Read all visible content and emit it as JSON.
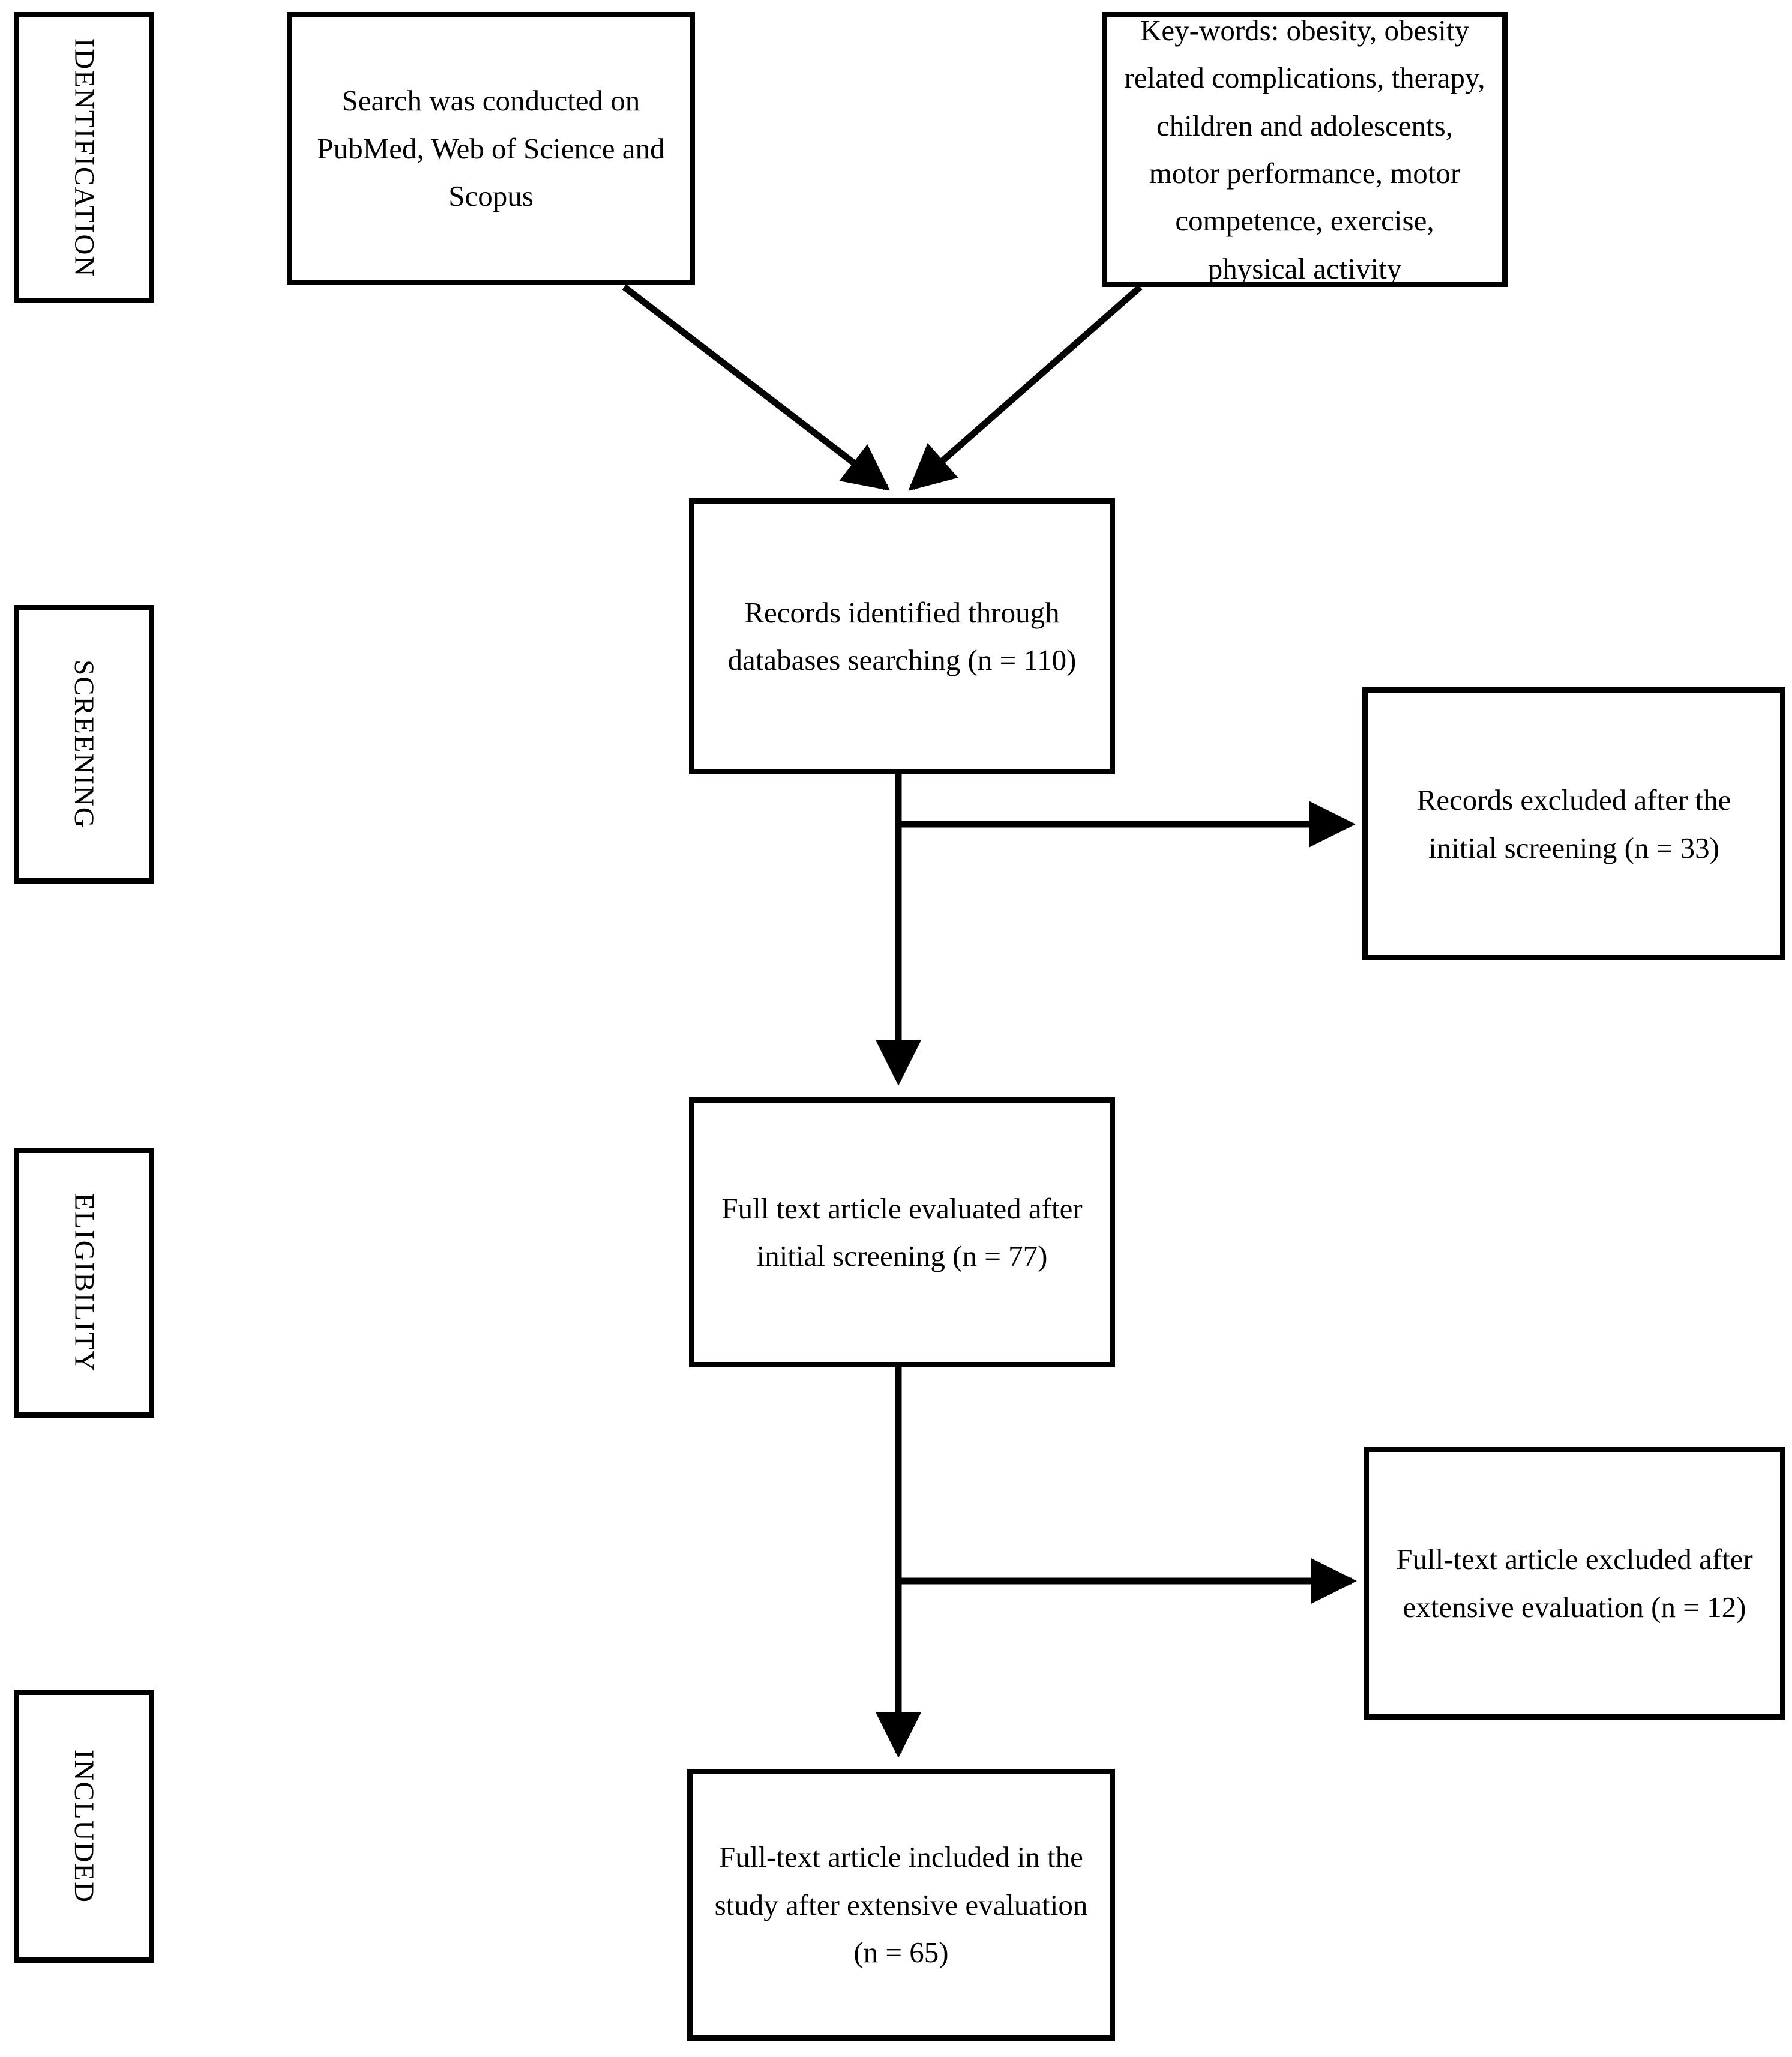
{
  "diagram": {
    "type": "prisma-flow-diagram",
    "stages": [
      {
        "id": "identification",
        "label": "IDENTIFICATION"
      },
      {
        "id": "screening",
        "label": "SCREENING"
      },
      {
        "id": "eligibility",
        "label": "ELIGIBILITY"
      },
      {
        "id": "included",
        "label": "INCLUDED"
      }
    ],
    "boxes": {
      "search_sources": "Search was conducted on PubMed, Web of Science and Scopus",
      "keywords": "Key-words: obesity, obesity related complications, therapy, children and adolescents, motor performance, motor competence, exercise, physical activity",
      "records_identified": "Records identified through databases searching (n = 110)",
      "records_excluded": "Records excluded after the initial screening (n = 33)",
      "fulltext_evaluated": "Full text article evaluated after initial screening (n = 77)",
      "fulltext_excluded": "Full-text article excluded after extensive evaluation (n = 12)",
      "fulltext_included": "Full-text article included in the study after extensive evaluation (n = 65)"
    },
    "counts": {
      "records_identified": 110,
      "records_excluded": 33,
      "fulltext_evaluated": 77,
      "fulltext_excluded": 12,
      "fulltext_included": 65
    },
    "colors": {
      "stroke": "#000000",
      "fill": "#ffffff",
      "text": "#000000"
    }
  }
}
